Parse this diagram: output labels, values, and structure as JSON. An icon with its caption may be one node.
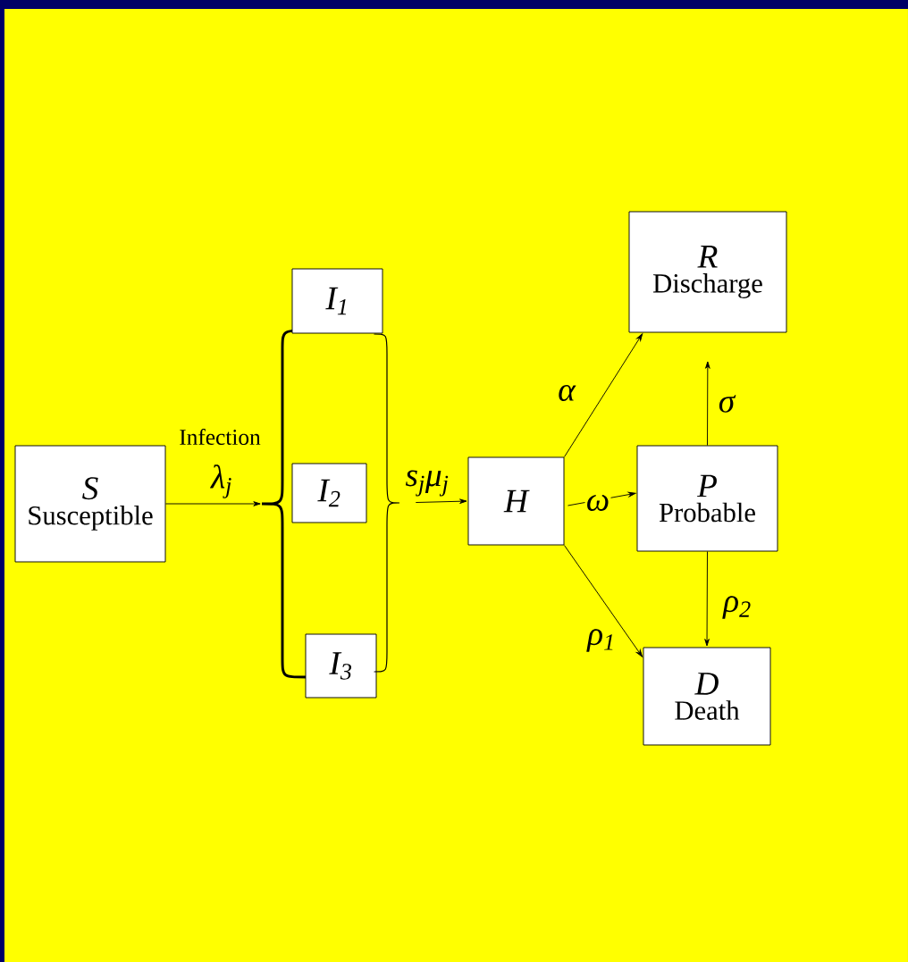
{
  "diagram": {
    "nodes": [
      {
        "text": [
          "S",
          "Susceptible"
        ]
      },
      {
        "text": [],
        "shape": "brace"
      },
      {
        "text": [
          "*I*$_{1}$"
        ]
      },
      {
        "text": [
          "*I*$_{2}$"
        ]
      },
      {
        "text": [
          "*I*$_{3}$"
        ]
      },
      {
        "text": [],
        "shape": "brace"
      },
      {
        "text": [
          "H"
        ]
      },
      {
        "text": [
          "R",
          "Discharge"
        ]
      },
      {
        "text": [
          "P",
          "Probable"
        ]
      },
      {
        "text": [
          "D",
          "Death"
        ]
      }
    ],
    "edges": [
      {
        "from": 0,
        "to": 1,
        "arrow": "to",
        "label": "λ$_{j}$"
      },
      {
        "from": 5,
        "to": 6,
        "arrow": "to",
        "label": "*s*$_{j}$*μ*$_{j}$"
      },
      {
        "from": 6,
        "to": 7,
        "arrow": "to",
        "label": "α"
      },
      {
        "from": 6,
        "to": 8,
        "arrow": "to",
        "label": "ω"
      },
      {
        "from": 6,
        "to": 9,
        "arrow": "to",
        "label": "*ρ*$_{1}$"
      },
      {
        "from": 8,
        "to": 7,
        "arrow": "to",
        "label": "σ"
      },
      {
        "from": 8,
        "to": 9,
        "arrow": "to",
        "label": "*ρ*$_{2}$"
      }
    ],
    "labels": [
      "Infection"
    ]
  }
}
